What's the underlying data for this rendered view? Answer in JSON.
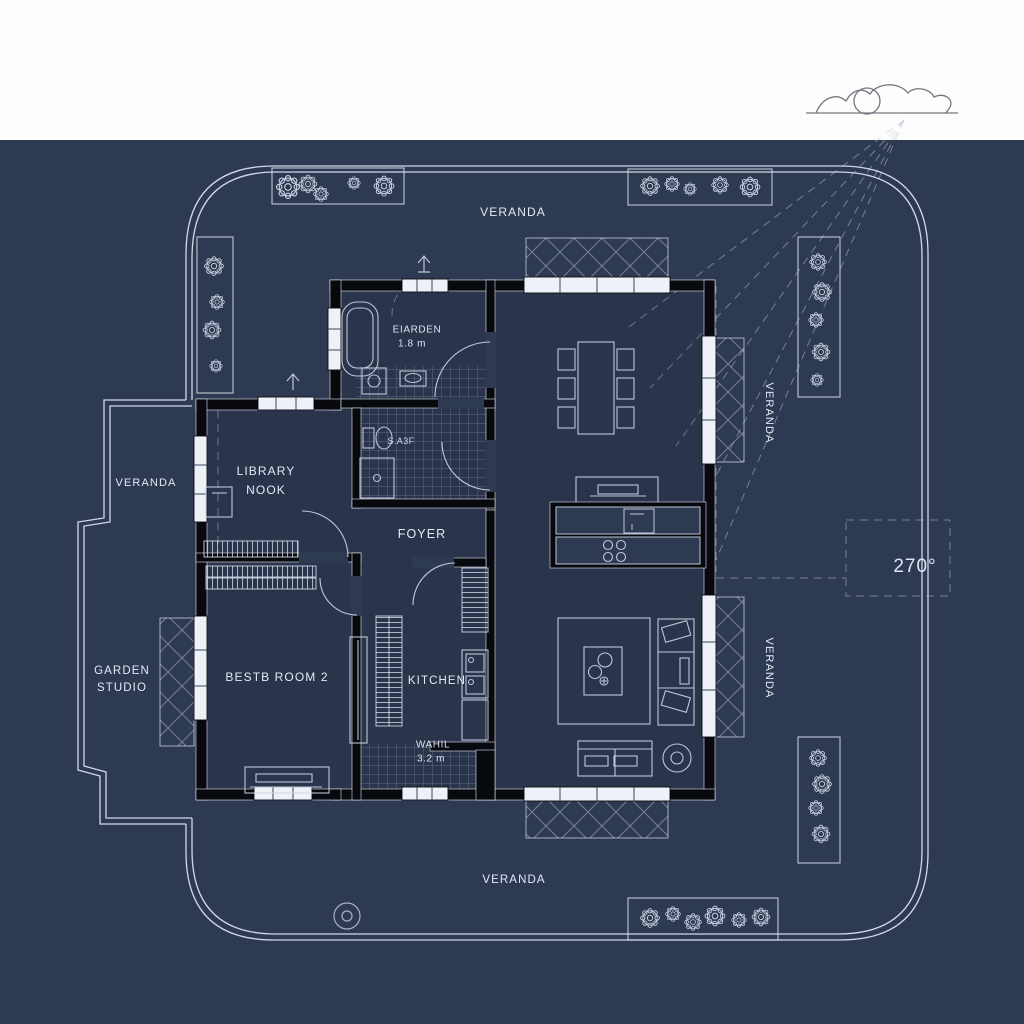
{
  "scene": {
    "background_color": "#2e3952",
    "paper_strip_color": "#fdfdfe",
    "line_color": "#dde4ee",
    "wall_color": "#07090f",
    "type": "architectural floor plan blueprint"
  },
  "labels": {
    "veranda_top": "VERANDA",
    "veranda_left": "VERANDA",
    "veranda_right_upper": "VERANDA",
    "veranda_right_lower": "VERANDA",
    "veranda_bottom": "VERANDA",
    "garden_room_name": "EIARDEN",
    "garden_room_dim": "1.8 m",
    "bath": "S.A3F",
    "library_line1": "LIBRARY",
    "library_line2": "NOOK",
    "foyer": "FOYER",
    "garden_studio_line1": "GARDEN",
    "garden_studio_line2": "STUDIO",
    "bedroom": "BESTB ROOM 2",
    "kitchen": "KITCHEN",
    "hall_name": "WAHIL",
    "hall_dim": "3.2 m",
    "angle_annotation": "270°"
  }
}
